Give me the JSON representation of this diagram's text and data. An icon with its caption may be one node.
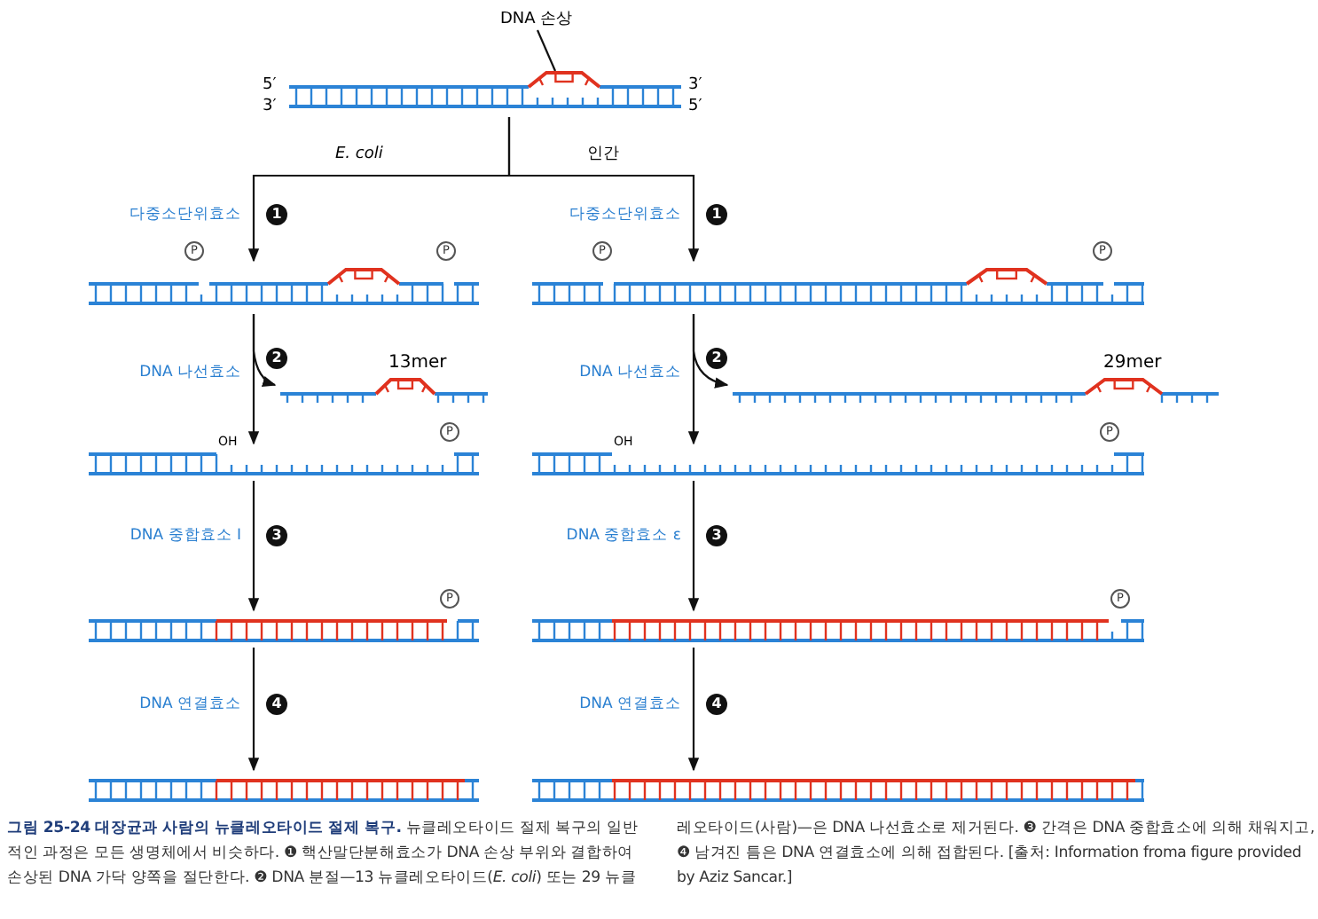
{
  "diagram": {
    "caption": "**그림 25-24  대장균과 사람의 뉴클레오타이드 절제 복구.** 뉴클레오타이드 절제 복구의 일반적인 과정은 모든 생명체에서 비슷하다. ❶ 핵산말단분해효소가 DNA 손상 부위와 결합하여 손상된 DNA 가닥 양쪽을 절단한다. ❷ DNA 분절—13 뉴클레오타이드(*E. coli*) 또는 29 뉴클레오타이드(사람)—은 DNA 나선효소로 제거된다. ❸ 간격은 DNA 중합효소에 의해 채워지고, ❹ 남겨진 틈은 DNA 연결효소에 의해 접합된다. [출처: Information froma figure provided by Aziz Sancar.]",
    "nodes": [
      {
        "text": [
          "DNA 손상"
        ]
      },
      {
        "text": [],
        "shape": "bar",
        "beside": [
          "5′",
          "3′",
          "3′",
          "5′"
        ]
      },
      {
        "text": [],
        "shape": "bar",
        "beside": [
          "P",
          "P"
        ]
      },
      {
        "text": [],
        "shape": "bar",
        "beside": [
          "P",
          "P"
        ]
      },
      {
        "text": [
          "13mer"
        ]
      },
      {
        "text": [
          "29mer"
        ]
      },
      {
        "text": [],
        "shape": "bar",
        "beside": [
          "OH",
          "P"
        ]
      },
      {
        "text": [],
        "shape": "bar",
        "beside": [
          "OH",
          "P"
        ]
      },
      {
        "text": [],
        "shape": "bar",
        "beside": [
          "P"
        ]
      },
      {
        "text": [],
        "shape": "bar",
        "beside": [
          "P"
        ]
      },
      {
        "text": [],
        "shape": "bar"
      },
      {
        "text": [],
        "shape": "bar"
      }
    ],
    "edges": [
      {
        "from": 0,
        "to": 1,
        "arrow": "none"
      },
      {
        "from": 1,
        "to": 2,
        "arrow": "to",
        "label": "E. coli"
      },
      {
        "from": 1,
        "to": 3,
        "arrow": "to",
        "label": "인간"
      },
      {
        "from": 2,
        "to": 6,
        "arrow": "to"
      },
      {
        "from": 2,
        "to": 4,
        "arrow": "to"
      },
      {
        "from": 3,
        "to": 7,
        "arrow": "to"
      },
      {
        "from": 3,
        "to": 5,
        "arrow": "to"
      },
      {
        "from": 6,
        "to": 8,
        "arrow": "to"
      },
      {
        "from": 7,
        "to": 9,
        "arrow": "to"
      },
      {
        "from": 8,
        "to": 10,
        "arrow": "to"
      },
      {
        "from": 9,
        "to": 11,
        "arrow": "to"
      }
    ],
    "labels": [
      "다중소단위효소",
      "1",
      "다중소단위효소",
      "1",
      "DNA 나선효소",
      "2",
      "DNA 나선효소",
      "2",
      "DNA 중합효소 I",
      "3",
      "DNA 중합효소 ε",
      "3",
      "DNA 연결효소",
      "4",
      "DNA 연결효소",
      "4"
    ]
  }
}
